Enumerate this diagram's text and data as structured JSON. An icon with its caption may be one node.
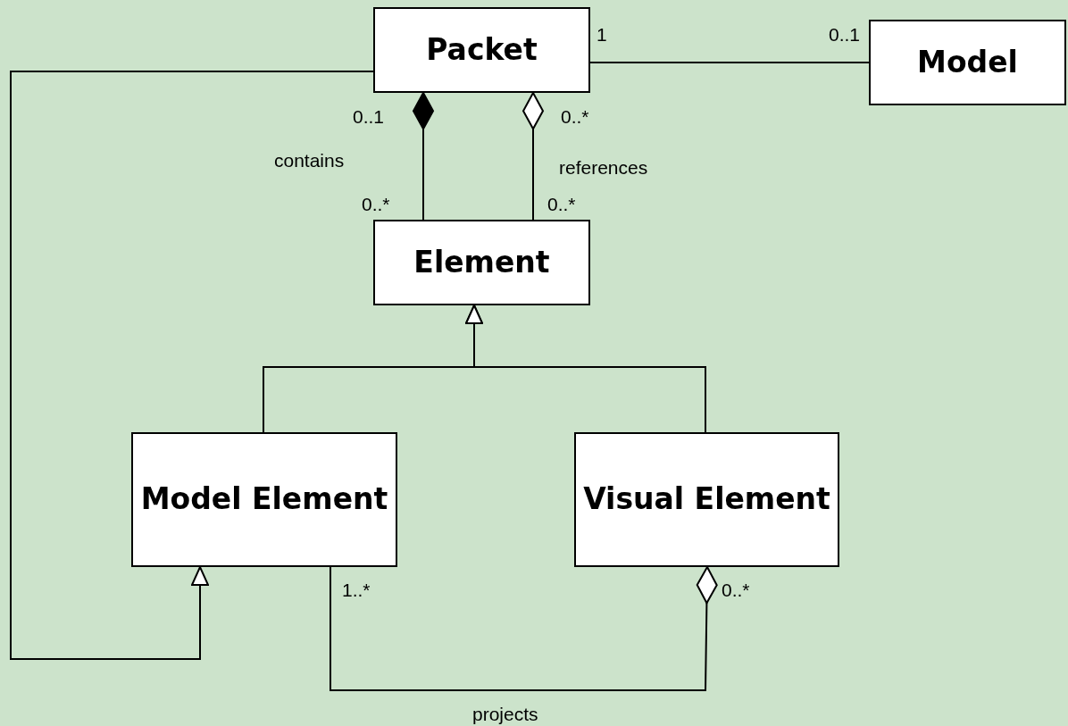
{
  "diagram": {
    "nodes": [
      {
        "text": [
          "Packet"
        ]
      },
      {
        "text": [
          "Model"
        ]
      },
      {
        "text": [
          "Element"
        ]
      },
      {
        "text": [
          "Model Element"
        ]
      },
      {
        "text": [
          "Visual Element"
        ]
      }
    ],
    "edges": [
      {
        "from": 0,
        "to": 1,
        "arrow": "none"
      },
      {
        "from": 0,
        "to": 2,
        "arrow": "other",
        "label": "contains"
      },
      {
        "from": 0,
        "to": 2,
        "arrow": "other",
        "label": "references"
      },
      {
        "from": 3,
        "to": 2,
        "arrow": "to"
      },
      {
        "from": 4,
        "to": 2,
        "arrow": "to"
      },
      {
        "from": 0,
        "to": 3,
        "arrow": "to"
      },
      {
        "from": 4,
        "to": 3,
        "arrow": "other",
        "label": "projects"
      }
    ],
    "labels": [
      "1",
      "0..1",
      "0..1",
      "0..*",
      "0..*",
      "0..*",
      "1..*",
      "0..*"
    ]
  }
}
